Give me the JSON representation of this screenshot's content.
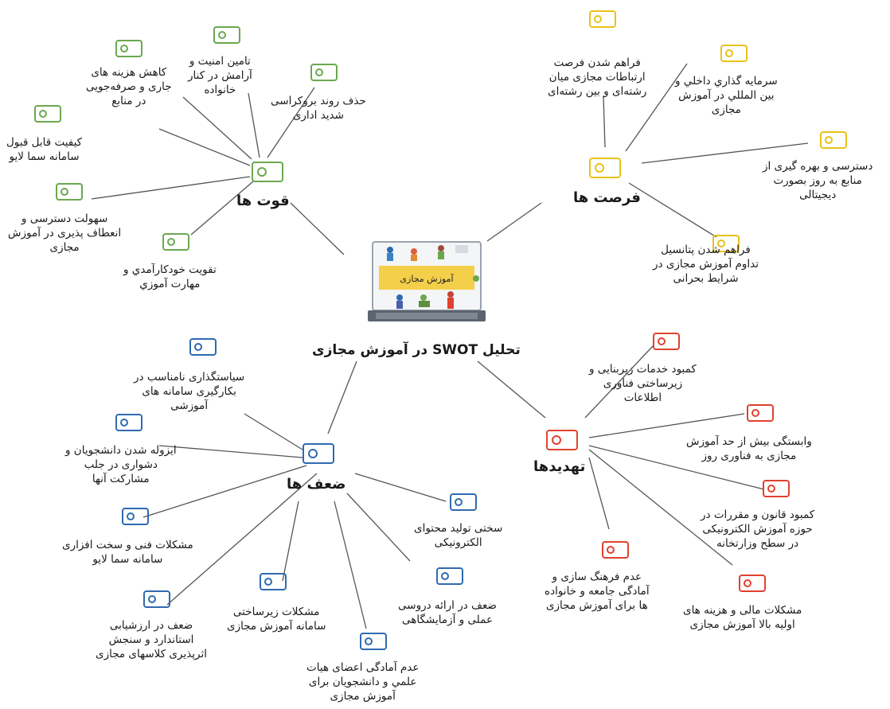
{
  "colors": {
    "strengths": "#6aa84f",
    "opportunities": "#e8c21a",
    "weaknesses": "#2f6ab1",
    "threats": "#e0412f",
    "lines": "#555555"
  },
  "root": {
    "title": "تحلیل SWOT در آموزش مجازی",
    "image_caption": "آموزش مجازی",
    "image_icon": "laptop-online-learning-illustration"
  },
  "strengths": {
    "title": "قوت ها",
    "items": [
      "کاهش هزینه های\nجاری و صرفه‌جویی\nدر منابع",
      "تامین امنیت و\nآرامش در کنار\nخانواده",
      "حذف روند بروکراسی\nشدید اداری",
      "کیفیت قابل قبول\nسامانه سما لایو",
      "سهولت دسترسی و\nانعطاف پذیری در آموزش\nمجازی",
      "تقویت خودکارآمدي و\nمهارت آموزي"
    ]
  },
  "opportunities": {
    "title": "فرصت ها",
    "items": [
      "فراهم شدن فرصت\nارتباطات مجازی میان\nرشته‌ای و بین رشته‌ای",
      "سرمایه گذاري داخلي و\nبین المللي در آموزش\nمجازی",
      "دسترسی و بهره گیری از\nمنابع به روز  بصورت\nدیجیتالی",
      "فراهم شدن پتانسیل\nتداوم آموزش مجازی در\nشرایط بحرانی"
    ]
  },
  "weaknesses": {
    "title": "ضعف ها",
    "items": [
      "سیاستگذاری نامناسب در\nبکارگیری سامانه های\nآموزشی",
      "ایزوله شدن دانشجویان و\nدشواری در جلب\nمشارکت آنها",
      "مشکلات فنی و سخت افزاری\nسامانه سما لایو",
      "ضعف در ارزشیابی\nاستاندارد و سنجش\nاثرپذیری کلاسهای مجازی",
      "مشکلات زیرساختی\nسامانه آموزش مجازی",
      "عدم آمادگی اعضای هیات\nعلمي و دانشجویان برای\nآموزش مجازی",
      "ضعف در ارائه دروسی\nعملی و آزمایشگاهی",
      "سختی تولید محتوای\nالکترونیکی"
    ]
  },
  "threats": {
    "title": "تهدیدها",
    "items": [
      "کمبود خدمات زیربنایی و\nزیرساختی فناوری\nاطلاعات",
      "وابستگی بیش از حد آموزش\nمجازی به فناوری روز",
      "کمبود قانون و مقررات در\nحوزه آموزش الکترونیکی\nدر سطح وزارتخانه",
      "مشکلات مالی و هزینه های\nاولیه بالا آموزش مجازی",
      "عدم فرهنگ سازی و\nآمادگی جامعه و خانواده\nها برای آموزش مجازی"
    ]
  }
}
